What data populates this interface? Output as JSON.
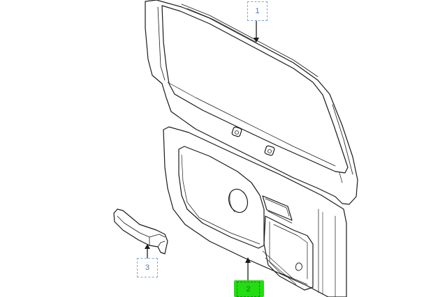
{
  "diagram": {
    "type": "exploded parts diagram",
    "subject": "rear door / liftgate interior trim panels",
    "highlight_color": "#22dd11",
    "line_color": "#1a1a1a",
    "callout_color": "#4a78b8"
  },
  "callouts": [
    {
      "id": "1",
      "label": "1",
      "part": "upper window trim panel",
      "highlighted": false
    },
    {
      "id": "2",
      "label": "2",
      "part": "lower door trim panel",
      "highlighted": true
    },
    {
      "id": "3",
      "label": "3",
      "part": "pull handle",
      "highlighted": false
    }
  ]
}
